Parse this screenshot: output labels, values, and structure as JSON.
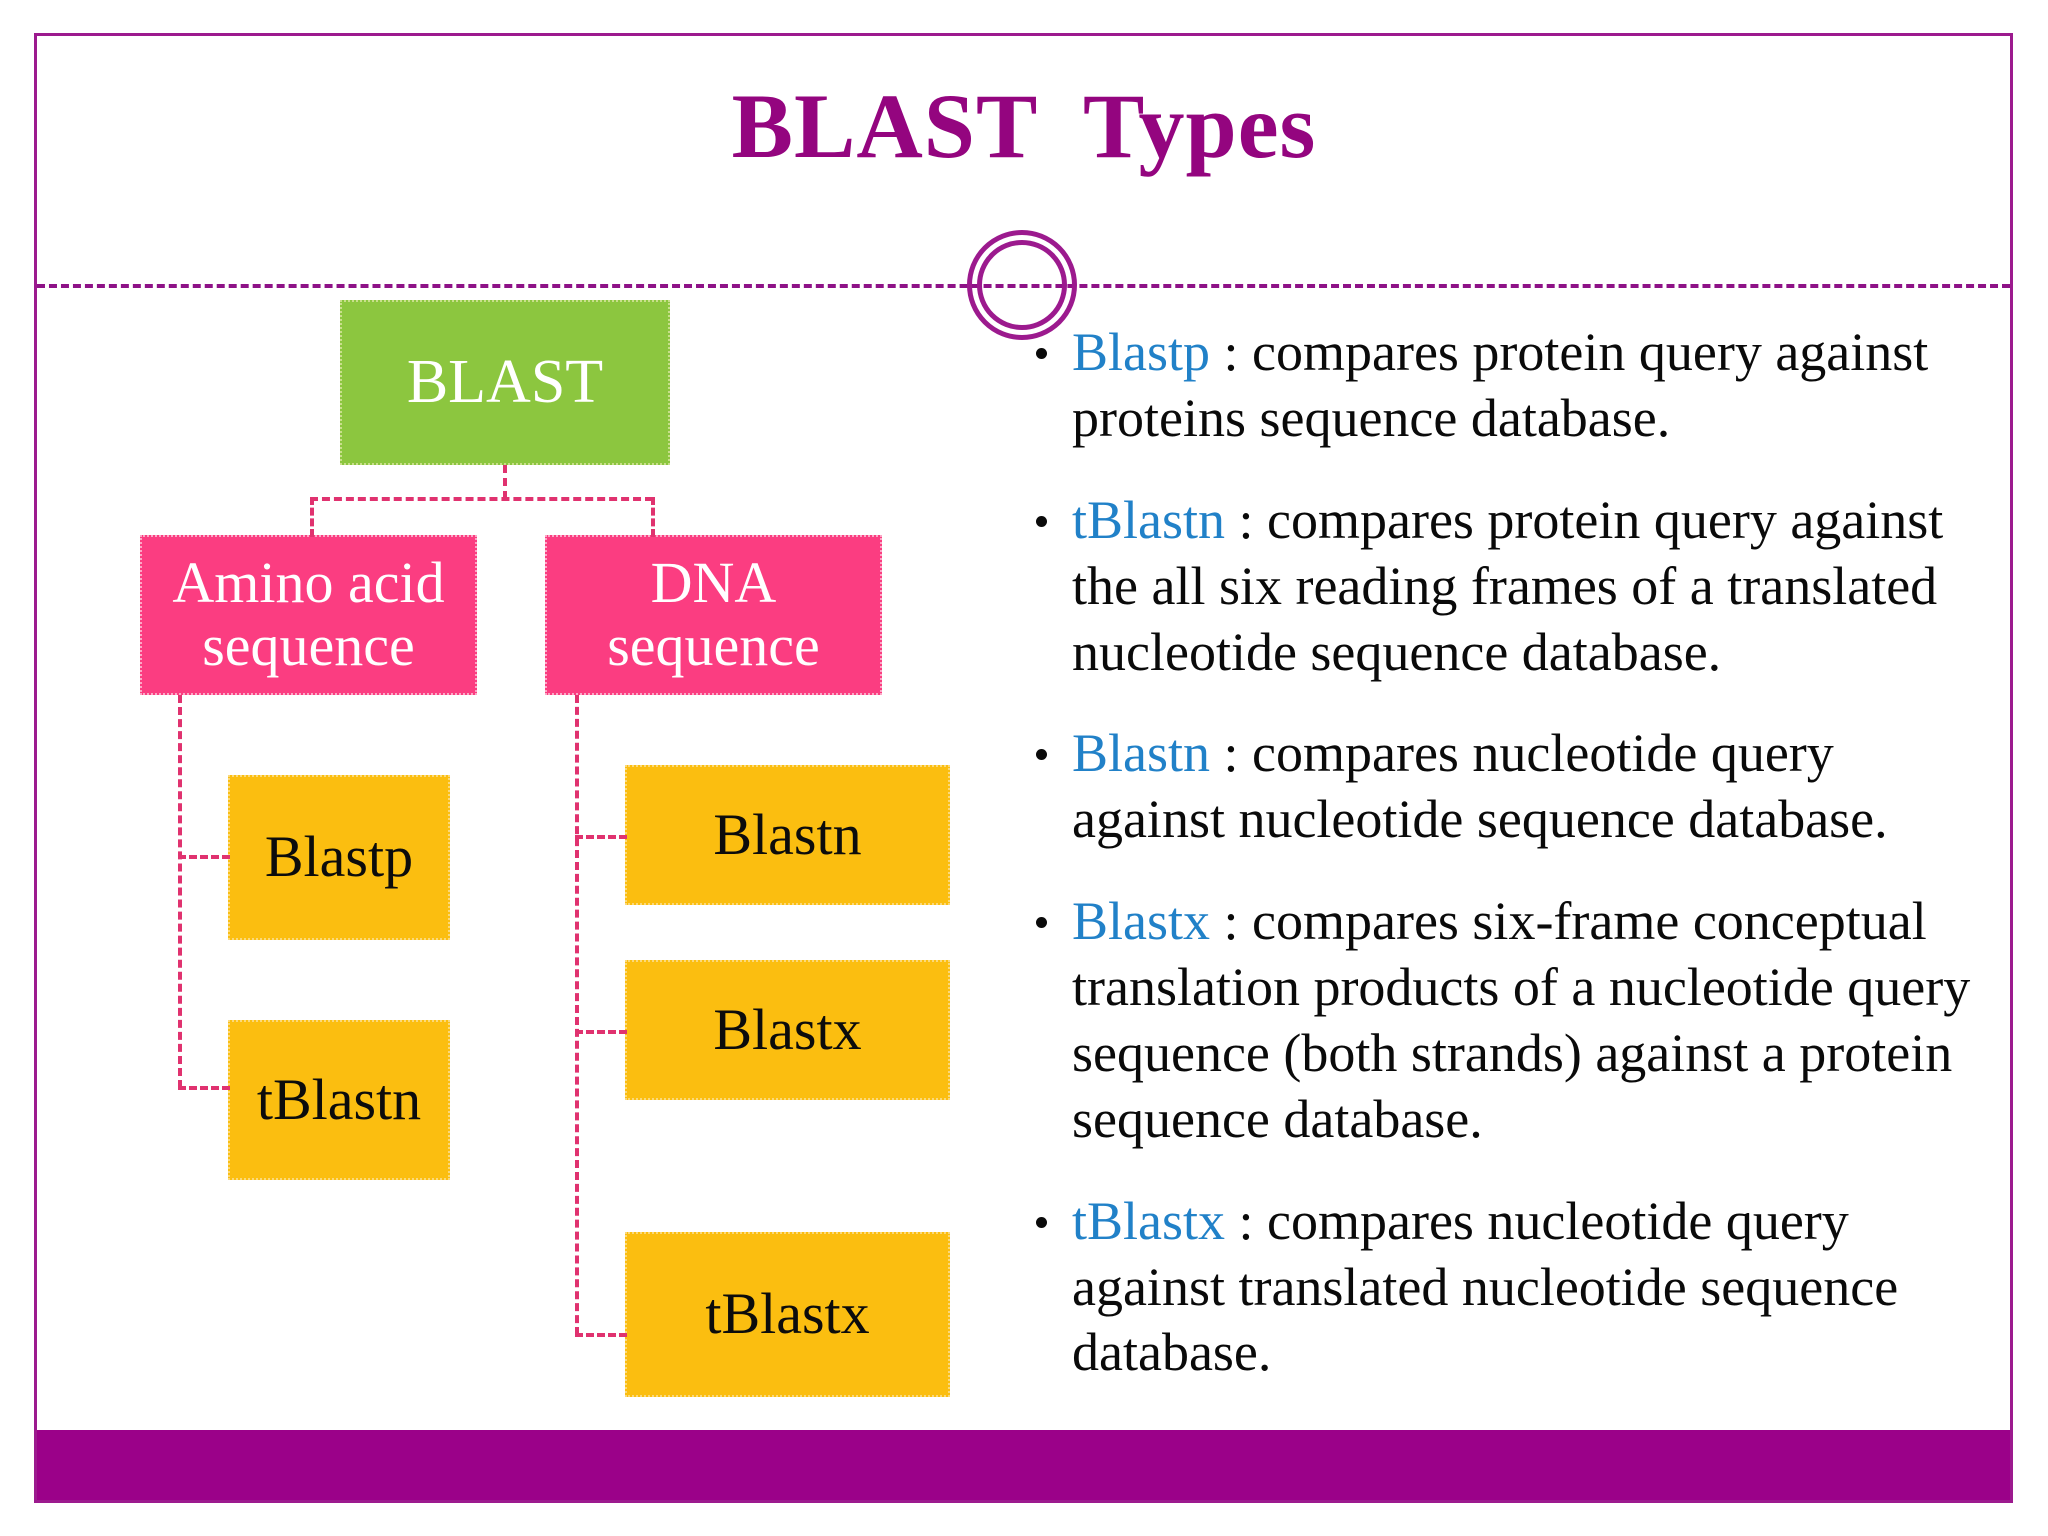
{
  "slide": {
    "title": "BLAST  Types",
    "accent_purple": "#94057F",
    "frame_border_color": "#9C1A8E",
    "footer_bar_color": "#9B0189",
    "divider_color": "#8E1287",
    "term_color": "#2181C8",
    "node_colors": {
      "root_green": "#8CC63F",
      "branch_pink": "#FB3D81",
      "leaf_orange": "#FBBE10",
      "connector_pink": "#E0326F"
    }
  },
  "decoration": {
    "ring_icon": "double-circle-icon"
  },
  "flowchart": {
    "root": {
      "label": "BLAST"
    },
    "branches": [
      {
        "id": "amino-acid",
        "label": "Amino acid\nsequence"
      },
      {
        "id": "dna",
        "label": "DNA\nsequence"
      }
    ],
    "leaves_left": [
      {
        "id": "blastp",
        "label": "Blastp"
      },
      {
        "id": "tblastn",
        "label": "tBlastn"
      }
    ],
    "leaves_right": [
      {
        "id": "blastn",
        "label": "Blastn"
      },
      {
        "id": "blastx",
        "label": "Blastx"
      },
      {
        "id": "tblastx",
        "label": "tBlastx"
      }
    ]
  },
  "bullets": [
    {
      "term": "Blastp",
      "text": " :  compares protein query against proteins sequence database."
    },
    {
      "term": "tBlastn",
      "text": " : compares protein query against the all six reading frames of a translated nucleotide sequence database."
    },
    {
      "term": "Blastn",
      "text": " :  compares nucleotide query against nucleotide sequence database."
    },
    {
      "term": "Blastx",
      "text": " : compares six-frame conceptual translation products of a nucleotide query sequence (both strands) against a protein sequence database."
    },
    {
      "term": "tBlastx",
      "text": " : compares nucleotide query against translated nucleotide sequence database."
    }
  ]
}
